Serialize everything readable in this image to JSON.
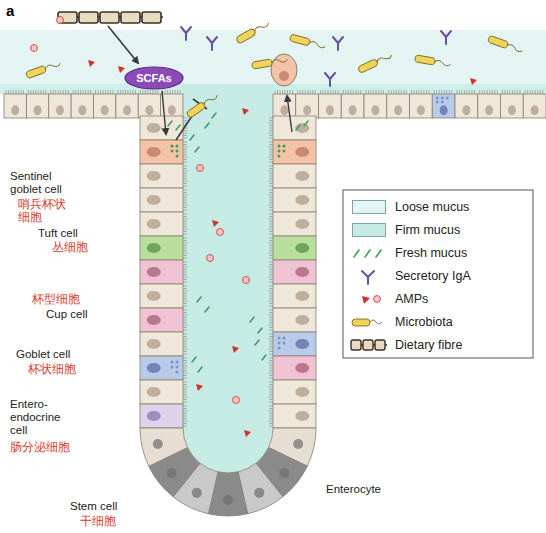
{
  "diagram": {
    "nodes": [
      {
        "text": [
          "SCFAs"
        ]
      }
    ],
    "labels": [
      "a",
      "Sentinel goblet cell",
      "哨兵杯状 细胞",
      "Tuft cell",
      "丛细胞",
      "杯型细胞",
      "Cup cell",
      "Goblet cell",
      "杯状细胞",
      "Entero- endocrine cell",
      "肠分泌细胞",
      "Enterocyte",
      "Stem cell",
      "干细胞"
    ],
    "legend": [
      {
        "text": "Loose mucus",
        "color": "#e3f4f2"
      },
      {
        "text": "Firm mucus",
        "color": "#c6ebe4"
      },
      {
        "text": "Fresh mucus"
      },
      {
        "text": "Secretory IgA"
      },
      {
        "text": "AMPs"
      },
      {
        "text": "Microbiota"
      },
      {
        "text": "Dietary fibre"
      }
    ]
  }
}
